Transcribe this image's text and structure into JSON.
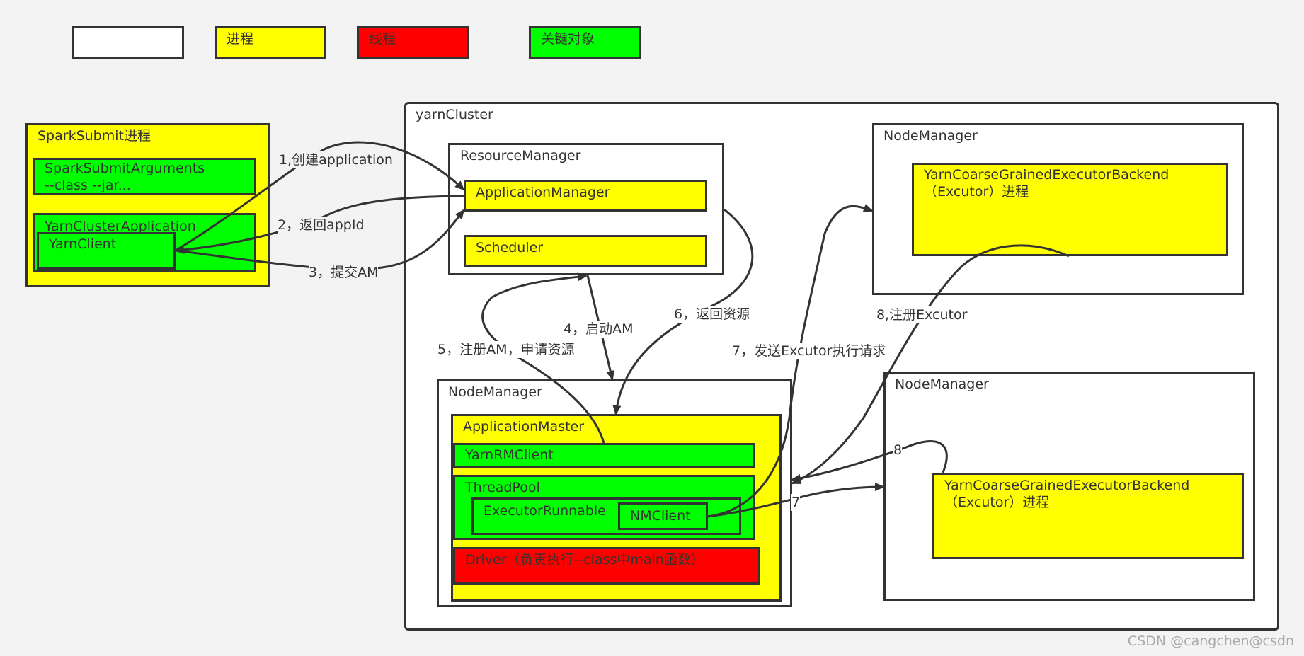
{
  "colors": {
    "white": "#ffffff",
    "process": "#ffff00",
    "thread": "#ff0000",
    "key_object": "#00ff00",
    "border": "#333333",
    "text": "#333333",
    "thread_text": "#333333"
  },
  "legend": {
    "blank": "",
    "process": "进程",
    "thread": "线程",
    "key_object": "关键对象"
  },
  "nodes": {
    "spark_submit": "SparkSubmit进程",
    "spark_submit_args": "SparkSubmitArguments\n--class --jar...",
    "yarn_cluster_app": "YarnClusterApplication",
    "yarn_client": "YarnClient",
    "yarn_cluster": "yarnCluster",
    "resource_manager": "ResourceManager",
    "application_manager": "ApplicationManager",
    "scheduler": "Scheduler",
    "node_manager_am": "NodeManager",
    "application_master": "ApplicationMaster",
    "yarn_rm_client": "YarnRMClient",
    "thread_pool": "ThreadPool",
    "executor_runnable": "ExecutorRunnable",
    "nm_client": "NMClient",
    "driver": "Driver（负责执行--class中main函数）",
    "node_manager_top": "NodeManager",
    "executor_backend_top": "YarnCoarseGrainedExecutorBackend\n（Excutor）进程",
    "node_manager_bottom": "NodeManager",
    "executor_backend_bottom": "YarnCoarseGrainedExecutorBackend\n（Excutor）进程"
  },
  "edges": {
    "e1": "1,创建application",
    "e2": "2，返回appId",
    "e3": "3，提交AM",
    "e4": "4，启动AM",
    "e5": "5，注册AM，申请资源",
    "e6": "6，返回资源",
    "e7": "7，发送Excutor执行请求",
    "e7b": "7",
    "e8": "8,注册Excutor",
    "e8b": "8"
  },
  "watermark": "CSDN @cangchen@csdn"
}
